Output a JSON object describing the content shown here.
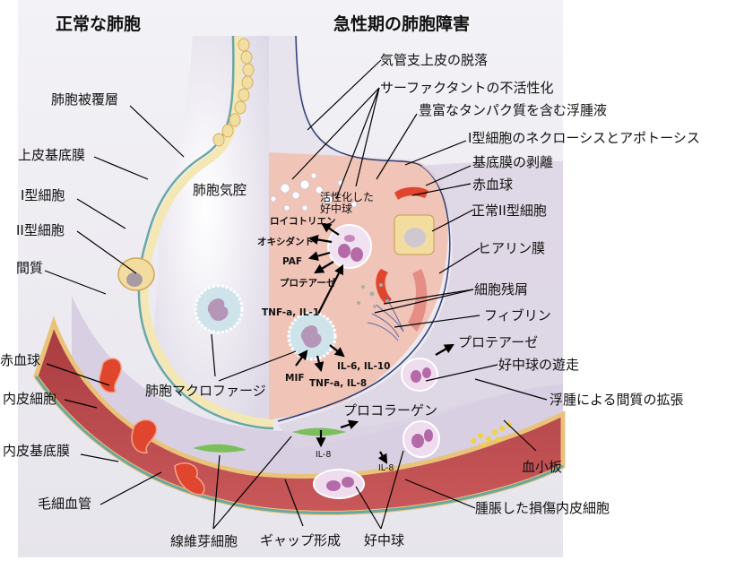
{
  "titles": {
    "normal": "正常な肺胞",
    "injured": "急性期の肺胞障害"
  },
  "colors": {
    "panel_bg": "#eceaf0",
    "alveolar_air": "#e6e3ee",
    "edema_fluid": "#f1c4b8",
    "capillary": "#b9474a",
    "red_cell": "#e0452e",
    "basement_membrane": "#f3e7b4",
    "membrane_teal": "#6aa7a3",
    "macrophage": "#cfe4ea",
    "neutrophil": "#e8d2ea",
    "fibroblast": "#7bbf5a",
    "platelet": "#f3d23a",
    "hyaline": "#e48e86",
    "line": "#000000"
  },
  "left_labels": [
    {
      "id": "alveolar-lining-layer",
      "text": "肺胞被覆層"
    },
    {
      "id": "epithelial-basement-membrane",
      "text": "上皮基底膜"
    },
    {
      "id": "type1-cell",
      "text": "I型細胞"
    },
    {
      "id": "type2-cell",
      "text": "II型細胞"
    },
    {
      "id": "interstitium",
      "text": "間質"
    },
    {
      "id": "red-blood-cell-left",
      "text": "赤血球"
    },
    {
      "id": "endothelial-cell",
      "text": "内皮細胞"
    },
    {
      "id": "endothelial-basement-membrane",
      "text": "内皮基底膜"
    },
    {
      "id": "capillary",
      "text": "毛細血管"
    }
  ],
  "center_labels": {
    "alveolar_space": "肺胞気腔",
    "alveolar_macrophage": "肺胞マクロファージ",
    "fibroblast": "線維芽細胞",
    "gap_formation": "ギャップ形成",
    "neutrophil": "好中球",
    "activated_neutrophil": "活性化した\n好中球"
  },
  "right_labels": [
    {
      "id": "bronchial-epithelium-sloughing",
      "text": "気管支上皮の脱落"
    },
    {
      "id": "surfactant-inactivation",
      "text": "サーファクタントの不活性化"
    },
    {
      "id": "protein-rich-edema",
      "text": "豊富なタンパク質を含む浮腫液"
    },
    {
      "id": "type1-necrosis-apoptosis",
      "text": "I型細胞のネクローシスとアポトーシス"
    },
    {
      "id": "denuded-basement-membrane",
      "text": "基底膜の剥離"
    },
    {
      "id": "red-blood-cell-right",
      "text": "赤血球"
    },
    {
      "id": "normal-type2-cell",
      "text": "正常II型細胞"
    },
    {
      "id": "hyaline-membrane",
      "text": "ヒアリン膜"
    },
    {
      "id": "cellular-debris",
      "text": "細胞残屑"
    },
    {
      "id": "fibrin",
      "text": "フィブリン"
    },
    {
      "id": "protease-right",
      "text": "プロテアーゼ"
    },
    {
      "id": "neutrophil-migration",
      "text": "好中球の遊走"
    },
    {
      "id": "interstitial-edema",
      "text": "浮腫による間質の拡張"
    },
    {
      "id": "procollagen",
      "text": "プロコラーゲン"
    },
    {
      "id": "platelets",
      "text": "血小板"
    },
    {
      "id": "swollen-injured-endothelium",
      "text": "腫脹した損傷内皮細胞"
    }
  ],
  "mediators": {
    "leukotriene": "ロイコトリエン",
    "oxidant": "オキシダント",
    "paf": "PAF",
    "protease": "プロテアーゼ",
    "tnf_il1": "TNF-a, IL-1",
    "mif": "MIF",
    "tnf_il8": "TNF-a, IL-8",
    "il6_il10": "IL-6, IL-10",
    "il8_a": "IL-8",
    "il8_b": "IL-8"
  }
}
